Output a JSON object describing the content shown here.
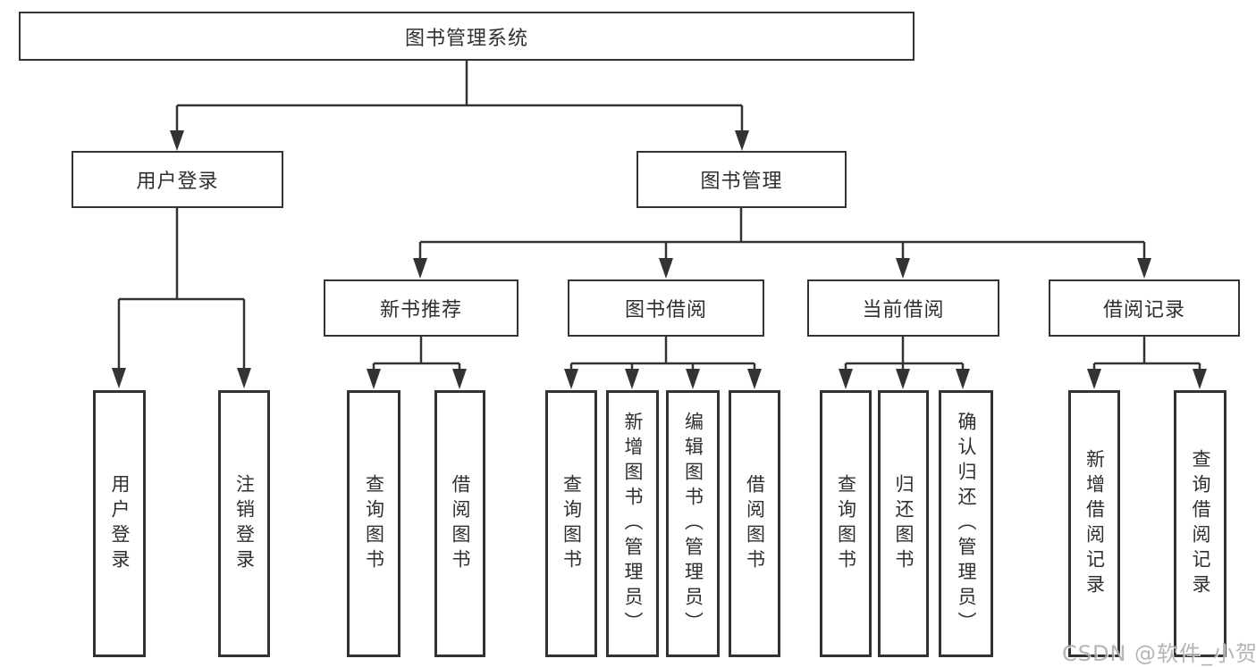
{
  "title": "图书管理系统",
  "colors": {
    "line": "#333333",
    "border": "#333333",
    "text": "#2f2f2f",
    "background": "#ffffff",
    "watermark": "#a9a9a9"
  },
  "tree": {
    "root": {
      "label": "图书管理系统"
    },
    "level2": [
      {
        "label": "用户登录"
      },
      {
        "label": "图书管理"
      }
    ],
    "level3": [
      {
        "label": "新书推荐"
      },
      {
        "label": "图书借阅"
      },
      {
        "label": "当前借阅"
      },
      {
        "label": "借阅记录"
      }
    ],
    "leaves": {
      "user_login": [
        "用户登录",
        "注销登录"
      ],
      "new_book": [
        "查询图书",
        "借阅图书"
      ],
      "book_borrow": [
        "查询图书",
        "新增图书（管理员）",
        "编辑图书（管理员）",
        "借阅图书"
      ],
      "current_borrow": [
        "查询图书",
        "归还图书",
        "确认归还（管理员）"
      ],
      "borrow_record": [
        "新增借阅记录",
        "查询借阅记录"
      ]
    }
  },
  "watermark": {
    "text": "CSDN @软件_小贺同学"
  }
}
